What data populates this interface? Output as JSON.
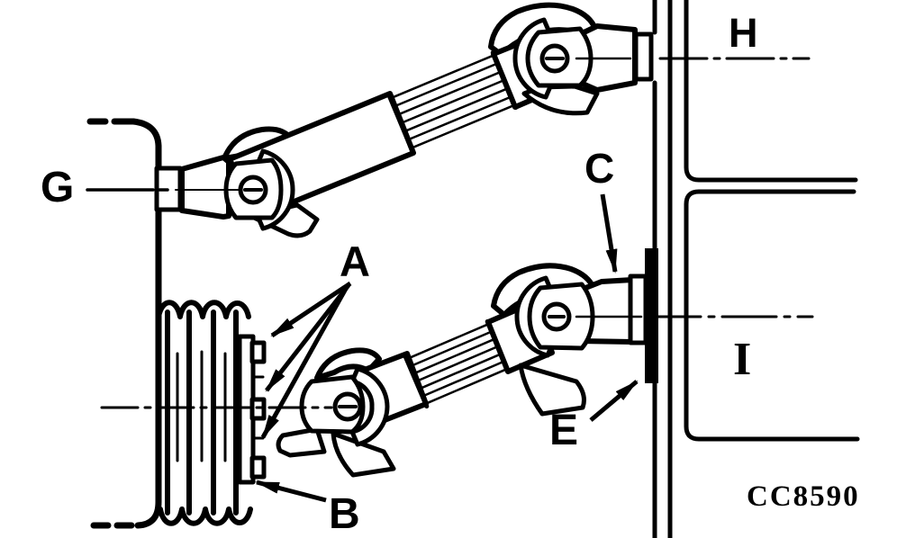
{
  "figure": {
    "code": "CC8590",
    "ink_color": "#000000",
    "paper_color": "#ffffff",
    "callouts": {
      "A": {
        "label": "A"
      },
      "B": {
        "label": "B"
      },
      "C": {
        "label": "C"
      },
      "E": {
        "label": "E"
      },
      "G": {
        "label": "G"
      },
      "H": {
        "label": "H"
      },
      "I": {
        "label": "I"
      }
    }
  }
}
